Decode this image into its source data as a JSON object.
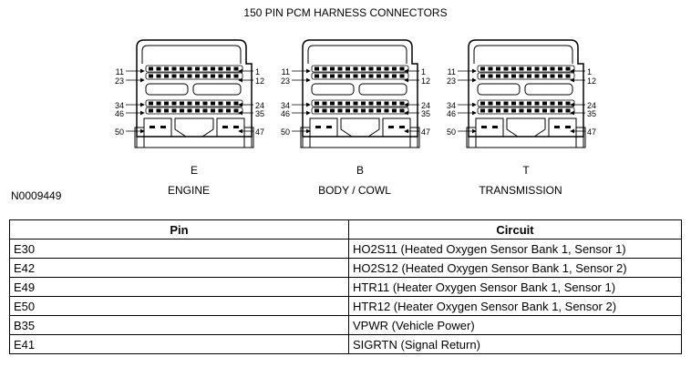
{
  "title": "150 PIN PCM HARNESS CONNECTORS",
  "reference": "N0009449",
  "connectors": [
    {
      "letter": "E",
      "name": "ENGINE"
    },
    {
      "letter": "B",
      "name": "BODY / COWL"
    },
    {
      "letter": "T",
      "name": "TRANSMISSION"
    }
  ],
  "pin_numbers": {
    "left": [
      "11",
      "23",
      "34",
      "46",
      "50"
    ],
    "right": [
      "1",
      "12",
      "24",
      "35",
      "47"
    ]
  },
  "table": {
    "headers": [
      "Pin",
      "Circuit"
    ],
    "rows": [
      [
        "E30",
        "HO2S11 (Heated Oxygen Sensor Bank 1, Sensor 1)"
      ],
      [
        "E42",
        "HO2S12 (Heated Oxygen Sensor Bank 1, Sensor 2)"
      ],
      [
        "E49",
        "HTR11 (Heater Oxygen Sensor Bank 1, Sensor 1)"
      ],
      [
        "E50",
        "HTR12 (Heater Oxygen Sensor Bank 1, Sensor 2)"
      ],
      [
        "B35",
        "VPWR (Vehicle Power)"
      ],
      [
        "E41",
        "SIGRTN (Signal Return)"
      ]
    ]
  }
}
